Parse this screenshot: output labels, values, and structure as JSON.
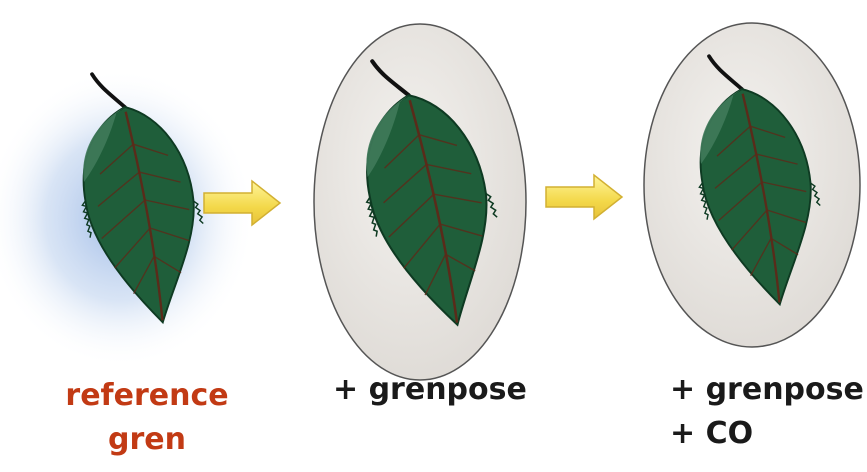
{
  "panels": [
    {
      "caption_lines": [
        "reference",
        "gren"
      ],
      "caption_color": "#c23a14",
      "background": "blue-glow",
      "leaf_color": "#1f5e3a"
    },
    {
      "caption_lines": [
        "+ grenpose"
      ],
      "caption_color": "#1a1a1a",
      "background": "grey-oval",
      "leaf_color": "#1f5e3a"
    },
    {
      "caption_lines": [
        "+ grenpose",
        "+ CO"
      ],
      "caption_color": "#1a1a1a",
      "background": "grey-oval",
      "leaf_color": "#1f5e3a"
    }
  ],
  "arrows": [
    {
      "icon": "right-arrow-icon",
      "color": "#f3d849"
    },
    {
      "icon": "right-arrow-icon",
      "color": "#f3d849"
    }
  ]
}
